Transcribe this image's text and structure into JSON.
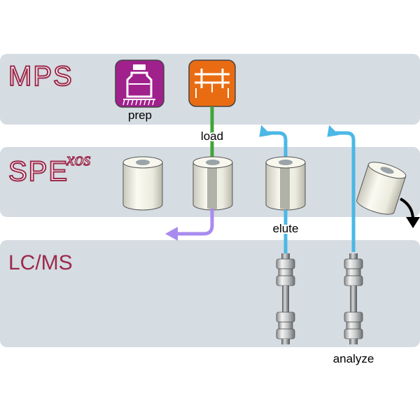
{
  "bands": {
    "mps": {
      "label": "MPS"
    },
    "spe": {
      "label": "SPE",
      "superscript": "xos"
    },
    "lcms": {
      "label": "LC/MS"
    }
  },
  "steps": {
    "prep": "prep",
    "load": "load",
    "elute": "elute",
    "analyze": "analyze"
  },
  "icons": {
    "prep": "vial-on-rack-icon",
    "load": "rail-transfer-icon"
  },
  "colors": {
    "band": "#d5dce2",
    "band_label": "#9b2a4b",
    "prep_icon": "#a0208c",
    "load_icon": "#e96c12",
    "load_line": "#43a33a",
    "solvent_line": "#4bb8e6",
    "waste_line": "#a98bef",
    "analyte": "#d7c63a",
    "cartridge": "#f4f3e8",
    "frit": "#9aa3a8"
  }
}
